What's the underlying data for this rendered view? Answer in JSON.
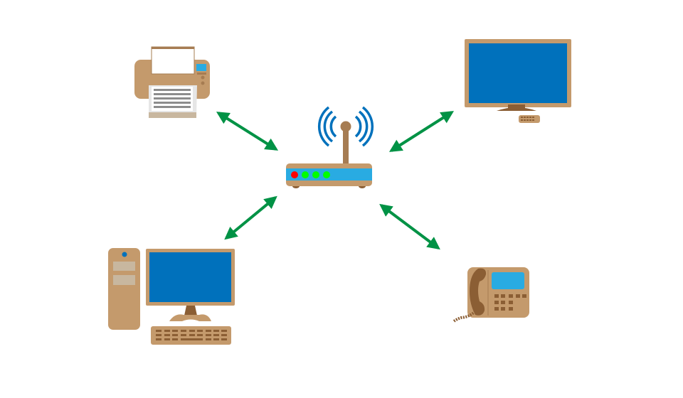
{
  "diagram": {
    "title": "",
    "center_node": "router",
    "nodes": [
      "printer",
      "monitor",
      "desktop-computer",
      "desk-phone"
    ],
    "edges": [
      {
        "from": "router",
        "to": "printer",
        "bidirectional": true
      },
      {
        "from": "router",
        "to": "monitor",
        "bidirectional": true
      },
      {
        "from": "router",
        "to": "desktop-computer",
        "bidirectional": true
      },
      {
        "from": "router",
        "to": "desk-phone",
        "bidirectional": true
      }
    ]
  },
  "colors": {
    "device_body": "#c49a6c",
    "device_dark": "#8b5e34",
    "screen_blue": "#0071bc",
    "light_blue": "#29abe2",
    "arrow_green": "#009245",
    "led_red": "#ff0000",
    "led_green": "#00ff00",
    "antenna": "#a67c52"
  }
}
